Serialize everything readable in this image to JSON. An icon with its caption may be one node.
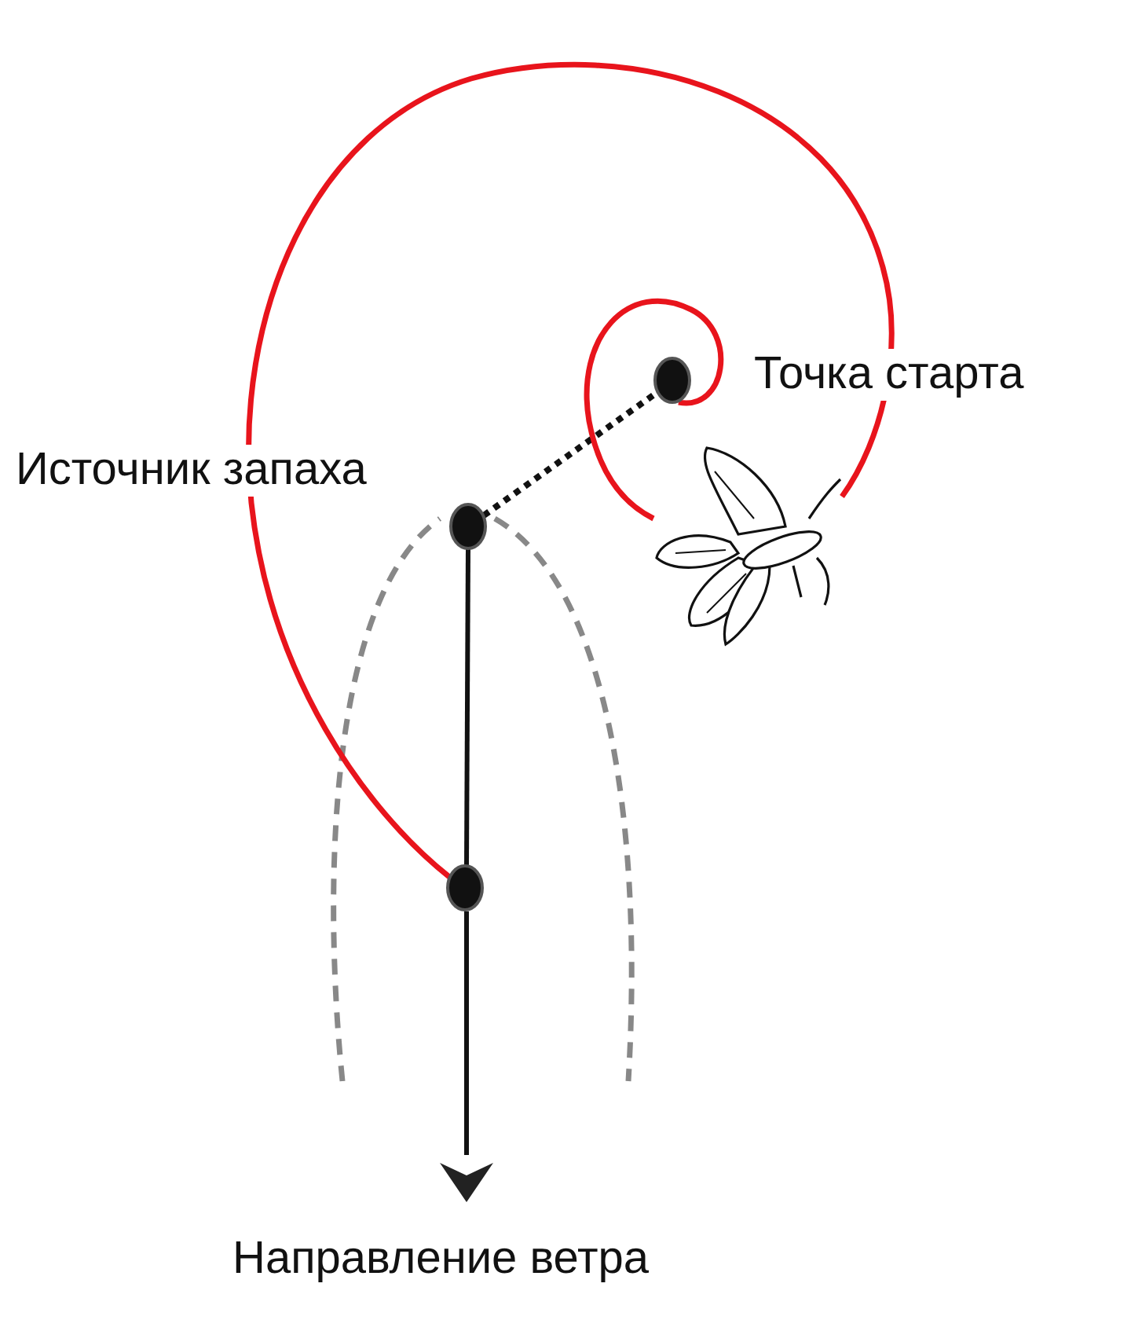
{
  "diagram": {
    "nodes": [
      {
        "text": [],
        "shape": "circle",
        "beside": [
          "Точка старта"
        ]
      },
      {
        "text": [],
        "shape": "circle",
        "beside": [
          "Источник запаха"
        ]
      },
      {
        "text": [],
        "shape": "circle"
      },
      {
        "text": [],
        "shape": "picture"
      }
    ],
    "edges": [
      {
        "from": 1,
        "to": 0,
        "arrow": "none",
        "style": "dashed"
      },
      {
        "from": 0,
        "to": 3,
        "arrow": "none",
        "color": "#e8141c"
      },
      {
        "from": 3,
        "to": 2,
        "arrow": "none",
        "color": "#e8141c"
      },
      {
        "from": 1,
        "to": 2,
        "arrow": "none"
      }
    ],
    "labels": [
      "Направление ветра"
    ]
  }
}
